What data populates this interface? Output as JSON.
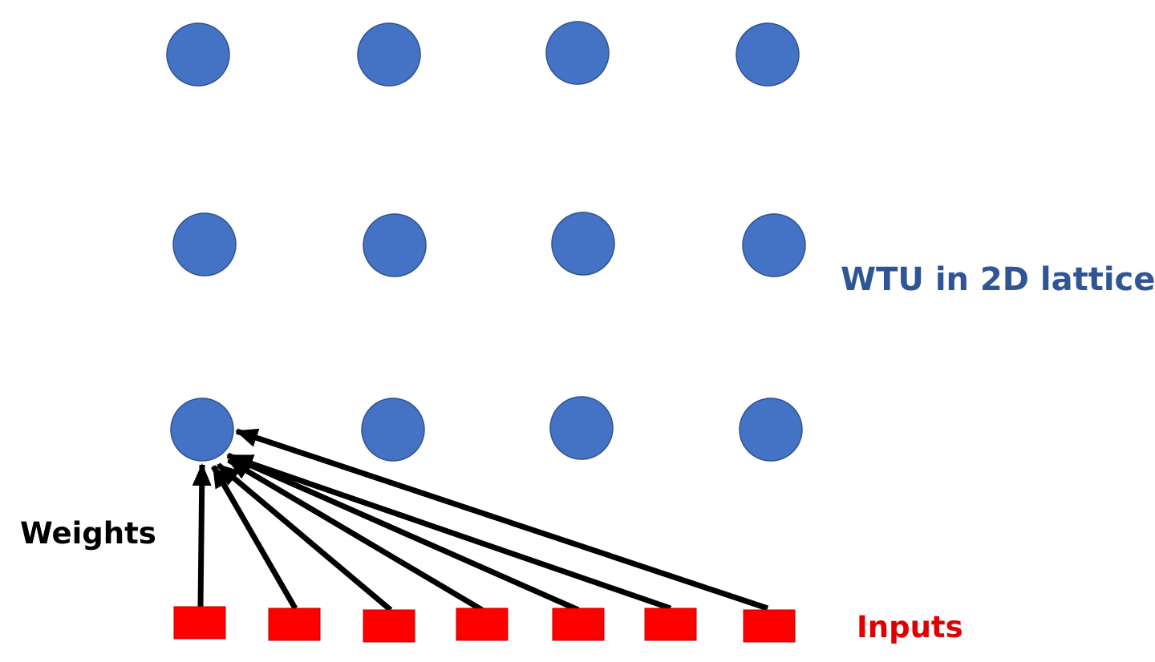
{
  "labels": {
    "lattice": "WTU in 2D lattice",
    "weights": "Weights",
    "inputs": "Inputs"
  },
  "lattice": {
    "rows": 3,
    "cols": 4,
    "target_unit": {
      "row": 3,
      "col": 1
    }
  },
  "inputs": {
    "count": 7
  },
  "colors": {
    "unit_fill": "#4472C4",
    "unit_stroke": "#2F528F",
    "input_fill": "#FF0000",
    "input_stroke": "#C00000",
    "arrow": "#000000",
    "lattice_label": "#2F5597",
    "weights_label": "#000000",
    "inputs_label": "#E00000"
  }
}
